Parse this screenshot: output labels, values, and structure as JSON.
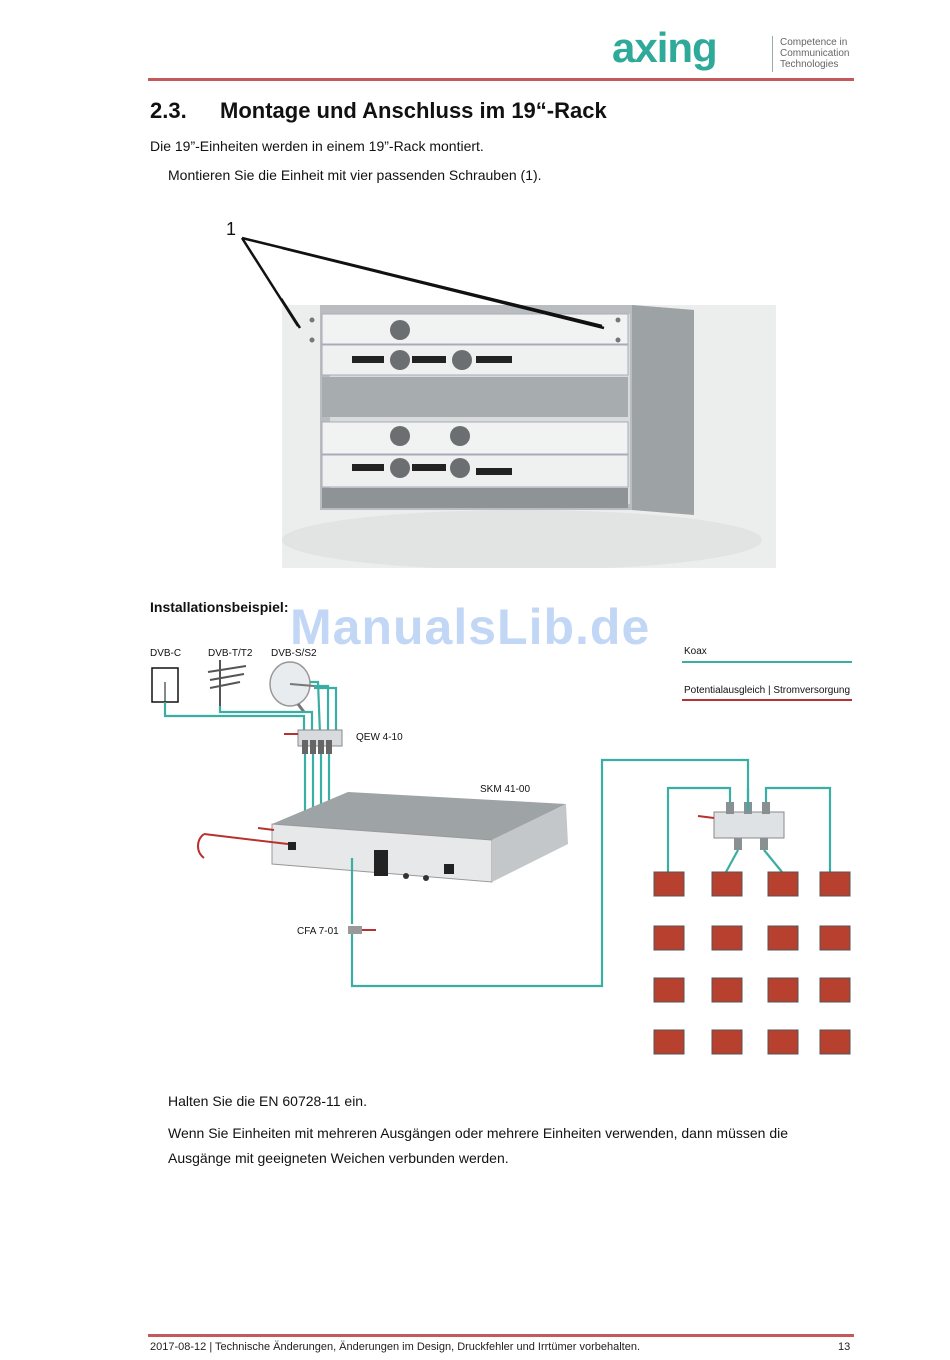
{
  "header": {
    "logo_text": "axing",
    "tagline_1": "Competence in",
    "tagline_2": "Communication",
    "tagline_3": "Technologies"
  },
  "section": {
    "number": "2.3.",
    "title": "Montage und Anschluss im 19“-Rack"
  },
  "paragraphs": {
    "intro": "Die 19”-Einheiten werden in einem 19”-Rack montiert.",
    "step": "Montieren Sie die Einheit mit vier passenden Schrauben (1).",
    "example_heading": "Installationsbeispiel:",
    "note_1": "Halten Sie die EN 60728-11 ein.",
    "note_2a": "Wenn Sie Einheiten mit mehreren Ausgängen oder mehrere Einheiten verwenden, dann müssen die",
    "note_2b": "Ausgänge mit geeigneten Weichen verbunden werden."
  },
  "figure_rack": {
    "callout": "1"
  },
  "diagram": {
    "source_dvbc": "DVB-C",
    "source_dvbt": "DVB-T/T2",
    "source_dvbs": "DVB-S/S2",
    "qew": "QEW 4-10",
    "skm": "SKM 41-00",
    "cfa": "CFA 7-01",
    "legend_koax": "Koax",
    "legend_power": "Potentialausgleich | Stromversorgung",
    "coax_color": "#3aaea3",
    "power_color": "#b8312f"
  },
  "watermark": "ManualsLib.de",
  "footer": {
    "text": "2017-08-12 | Technische Änderungen, Änderungen im Design, Druckfehler und Irrtümer vorbehalten.",
    "page": "13"
  }
}
